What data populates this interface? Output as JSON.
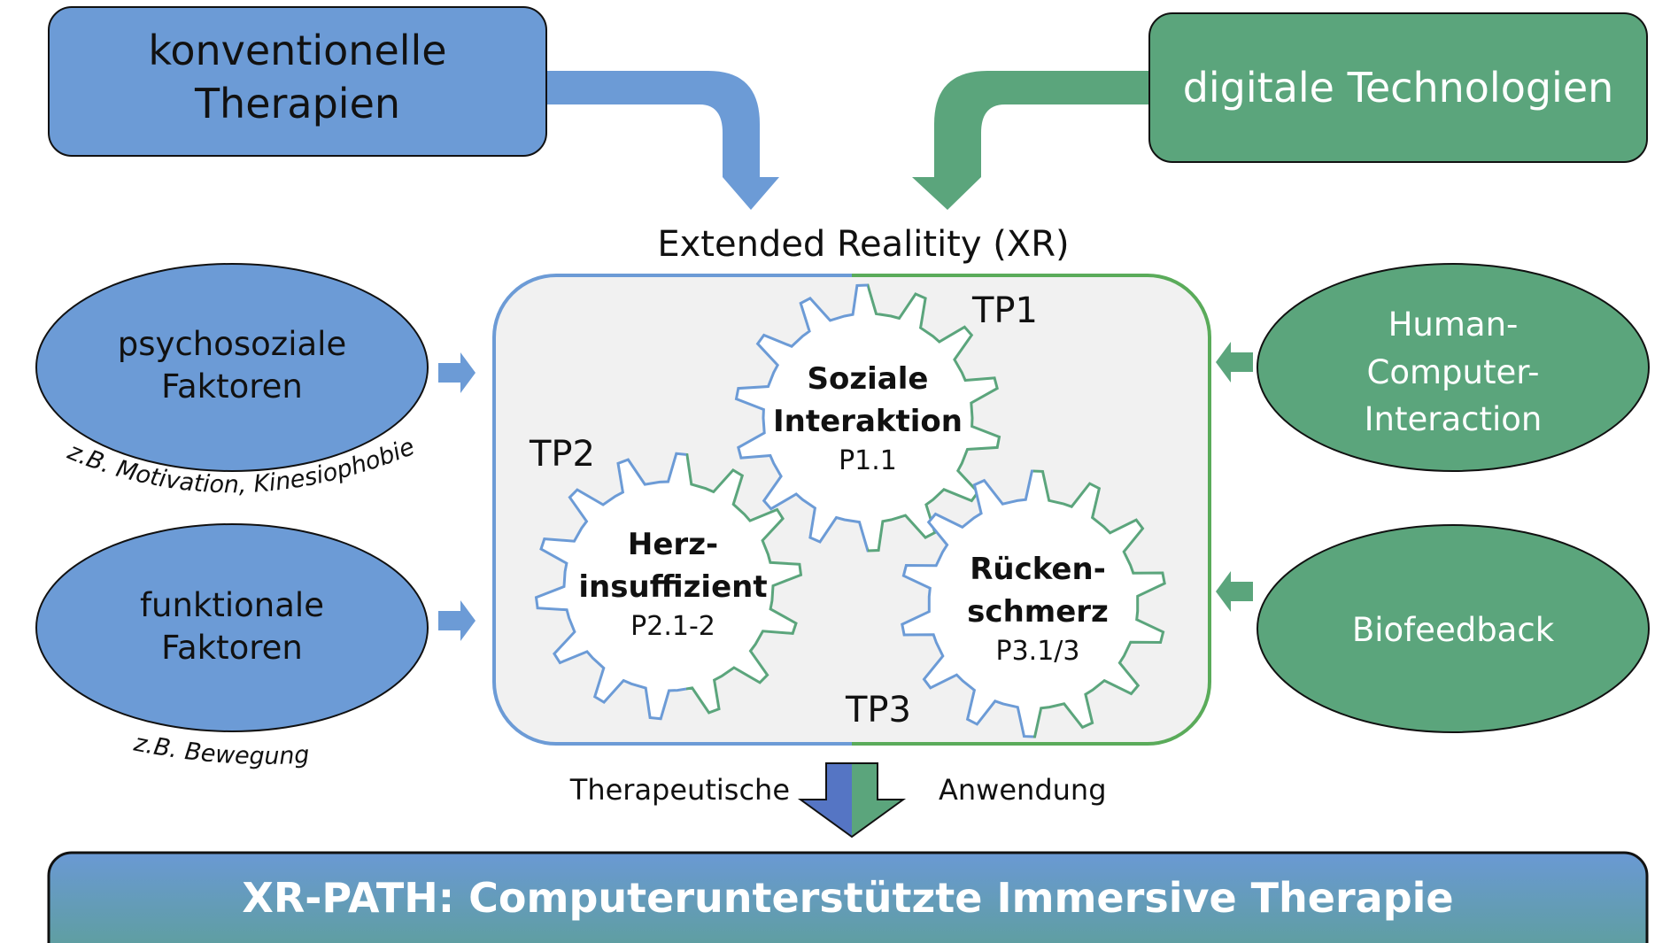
{
  "colors": {
    "blue": "#6c9bd6",
    "green": "#5ba57c",
    "green_line": "#5aab5a",
    "panel": "#f1f1f1",
    "arrow_blue": "#5575c4"
  },
  "top": {
    "conventional": [
      "konventionelle",
      "Therapien"
    ],
    "digital": "digitale Technologien",
    "xr_label": "Extended Realitity (XR)"
  },
  "left_factors": [
    {
      "lines": [
        "psychosoziale",
        "Faktoren"
      ],
      "example": "z.B. Motivation, Kinesiophobie"
    },
    {
      "lines": [
        "funktionale",
        "Faktoren"
      ],
      "example": "z.B. Bewegung"
    }
  ],
  "right_factors": [
    {
      "lines": [
        "Human-",
        "Computer-",
        "Interaction"
      ]
    },
    {
      "lines": [
        "Biofeedback"
      ]
    }
  ],
  "gears": [
    {
      "tp": "TP1",
      "title": [
        "Soziale",
        "Interaktion"
      ],
      "code": "P1.1"
    },
    {
      "tp": "TP2",
      "title": [
        "Herz-",
        "insuffizient"
      ],
      "code": "P2.1-2"
    },
    {
      "tp": "TP3",
      "title": [
        "Rücken-",
        "schmerz"
      ],
      "code": "P3.1/3"
    }
  ],
  "application": {
    "left": "Therapeutische",
    "right": "Anwendung"
  },
  "banner": {
    "bold": "XR-PATH",
    "rest": ": Computerunterstützte Immersive Therapie"
  }
}
